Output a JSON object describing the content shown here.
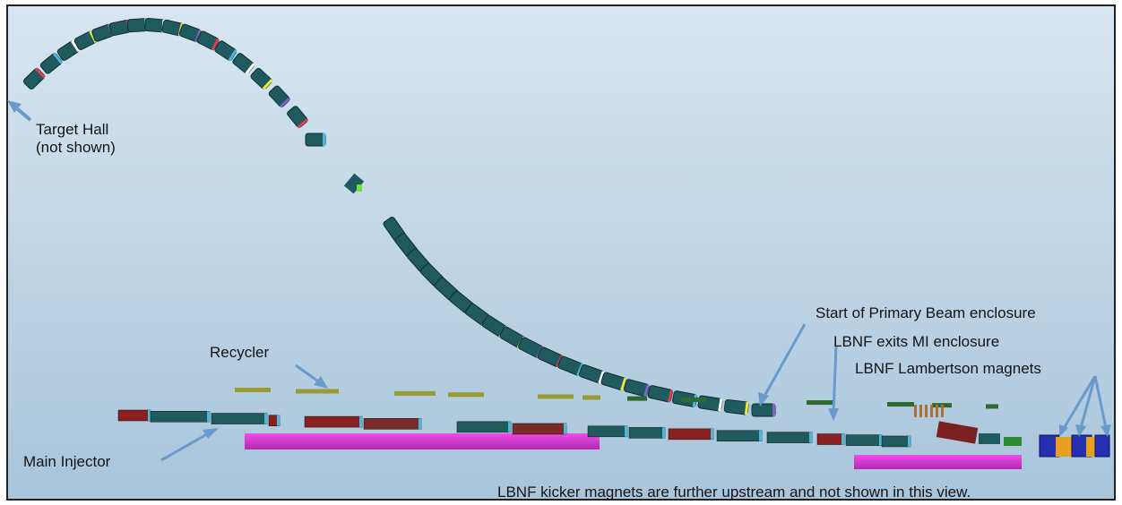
{
  "labels": {
    "target_hall_line1": "Target Hall",
    "target_hall_line2": "(not shown)",
    "recycler": "Recycler",
    "main_injector": "Main Injector",
    "start_primary_beam": "Start of Primary Beam enclosure",
    "lbnf_exits_mi": "LBNF exits MI enclosure",
    "lbnf_lambertson": "LBNF Lambertson magnets",
    "footnote": "LBNF kicker magnets are further upstream and not shown in this view."
  },
  "colors": {
    "sky_top": "#d6e5f0",
    "sky_bottom": "#a9c6dd",
    "magnet_teal": "#1f5a5f",
    "magnet_red": "#d94050",
    "recycler_olive": "#9a9a30",
    "main_injector_brown": "#7a2a2a",
    "pink_slab": "#e040d8",
    "arrow_blue": "#6a9acb",
    "frame": "#222222"
  }
}
